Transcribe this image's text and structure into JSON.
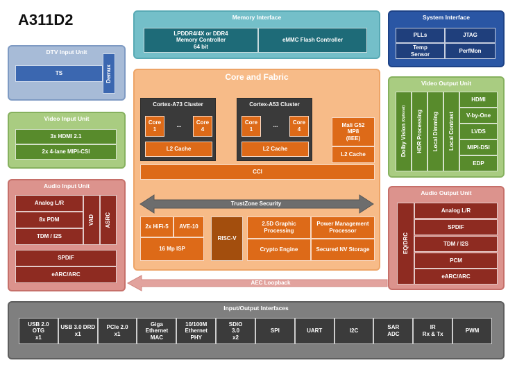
{
  "chip_title": "A311D2",
  "memory": {
    "title": "Memory Interface",
    "mem_ctrl": "LPDDR4/4X or DDR4\nMemory Controller\n64 bit",
    "emmc": "eMMC Flash Controller"
  },
  "system": {
    "title": "System Interface",
    "plls": "PLLs",
    "jtag": "JTAG",
    "temp": "Temp\nSensor",
    "perfmon": "PerfMon"
  },
  "dtv": {
    "title": "DTV Input Unit",
    "ts": "TS",
    "demux": "Demux"
  },
  "video_in": {
    "title": "Video Input Unit",
    "hdmi": "3x HDMI 2.1",
    "mipi": "2x 4-lane MIPI-CSI"
  },
  "audio_in": {
    "title": "Audio Input Unit",
    "analog": "Analog L/R",
    "pdm": "8x PDM",
    "tdm": "TDM / I2S",
    "vad": "VAD",
    "asrc": "ASRC",
    "spdif": "SPDIF",
    "earc": "eARC/ARC"
  },
  "core": {
    "title": "Core and Fabric",
    "a73": {
      "title": "Cortex-A73 Cluster",
      "core1": "Core\n1",
      "dots": "...",
      "core4": "Core\n4",
      "l2": "L2 Cache"
    },
    "a53": {
      "title": "Cortex-A53 Cluster",
      "core1": "Core\n1",
      "dots": "...",
      "core4": "Core\n4",
      "l2": "L2 Cache"
    },
    "mali": "Mali G52\nMP8\n(8EE)",
    "mali_l2": "L2 Cache",
    "cci": "CCI",
    "trustzone": "TrustZone Security",
    "hifi": "2x  HiFi-5",
    "ave": "AVE-10",
    "isp": "16 Mp ISP",
    "riscv": "RISC-V",
    "graphic": "2.5D Graphic\nProcessing",
    "pmp": "Power Management\nProcessor",
    "crypto": "Crypto Engine",
    "secure": "Secured NV Storage"
  },
  "video_out": {
    "title": "Video Output Unit",
    "dolby": "Dolby Vision",
    "dolby_note": "(Optional)",
    "hdr": "HDR Processing",
    "local_dim": "Local Dimming",
    "local_con": "Local Contrast",
    "hdmi": "HDMI",
    "vbyone": "V-by-One",
    "lvds": "LVDS",
    "mipi_dsi": "MIPI-DSI",
    "edp": "EDP"
  },
  "audio_out": {
    "title": "Audio Output Unit",
    "eq": "EQ/DRC",
    "analog": "Analog L/R",
    "spdif": "SPDIF",
    "tdm": "TDM / I2S",
    "pcm": "PCM",
    "earc": "eARC/ARC"
  },
  "aec": "AEC Loopback",
  "io": {
    "title": "Input/Output Interfaces",
    "items": [
      "USB 2.0\nOTG\nx1",
      "USB 3.0 DRD\nx1",
      "PCIe 2.0\nx1",
      "Giga\nEthernet\nMAC",
      "10/100M\nEthernet\nPHY",
      "SDIO\n3.0\nx2",
      "SPI",
      "UART",
      "I2C",
      "SAR\nADC",
      "IR\nRx & Tx",
      "PWM"
    ]
  },
  "colors": {
    "blue": "#a7bbd7",
    "green": "#a9cc81",
    "red": "#dc938d",
    "orange": "#f7bb88",
    "teal": "#74bfc9",
    "navy": "#2a56a4",
    "gray": "#7f7f7f"
  }
}
